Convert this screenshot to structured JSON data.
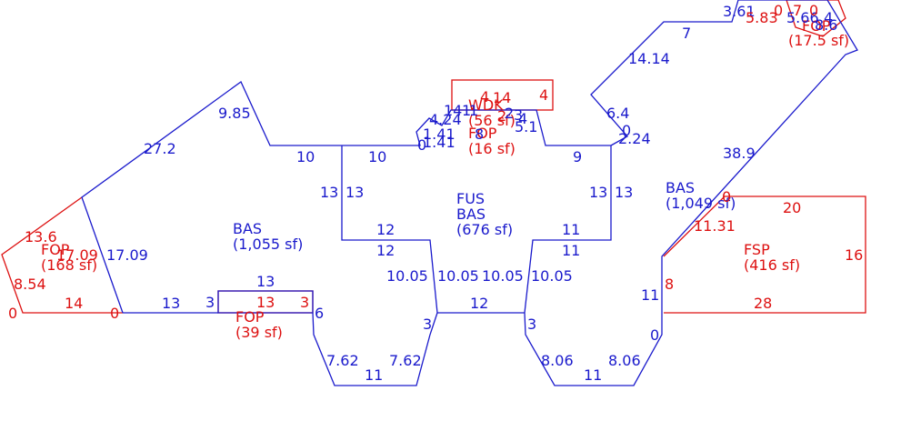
{
  "colors": {
    "blue": "#1a1acc",
    "red": "#dd1111"
  },
  "areas": {
    "bas_left": {
      "name": "BAS",
      "size": "(1,055 sf)"
    },
    "fus_bas": {
      "name1": "FUS",
      "name2": "BAS",
      "size": "(676 sf)"
    },
    "bas_right": {
      "name": "BAS",
      "size": "(1,049 sf)"
    },
    "fop_left": {
      "name": "FOP",
      "size": "(168 sf)"
    },
    "fop_bottom": {
      "name": "FOP",
      "size": "(39 sf)"
    },
    "fop_center": {
      "name": "FOP",
      "size": "(16 sf)"
    },
    "wdk": {
      "name": "WDK",
      "size": "(56 sf)"
    },
    "fsp": {
      "name": "FSP",
      "size": "(416 sf)"
    },
    "fop_topright": {
      "name": "FOP",
      "size": "(17.5 sf)"
    }
  },
  "blue_dims": [
    "9.85",
    "27.2",
    "10",
    "10",
    "0",
    "1.41",
    "1.41",
    "4.24",
    "8",
    "3",
    "14",
    "4",
    "1",
    "1",
    "2",
    "5.1",
    "9",
    "13",
    "13",
    "13",
    "13",
    "12",
    "12",
    "11",
    "11",
    "10.05",
    "10.05",
    "10.05",
    "10.05",
    "17.09",
    "13",
    "3",
    "13",
    "6",
    "12",
    "3",
    "3",
    "7.62",
    "7.62",
    "11",
    "8.06",
    "8.06",
    "11",
    "6.4",
    "0",
    "2.24",
    "14.14",
    "7",
    "3.61",
    "38.9",
    "11",
    "0",
    "5.66",
    "4"
  ],
  "red_dims": [
    "13.6",
    "17.09",
    "8.54",
    "0",
    "14",
    "0",
    "13",
    "3",
    "14",
    "4",
    "2",
    "4",
    "20",
    "16",
    "28",
    "11.31",
    "0",
    "8",
    "5.83",
    "0",
    "7",
    "0",
    "8.6"
  ]
}
